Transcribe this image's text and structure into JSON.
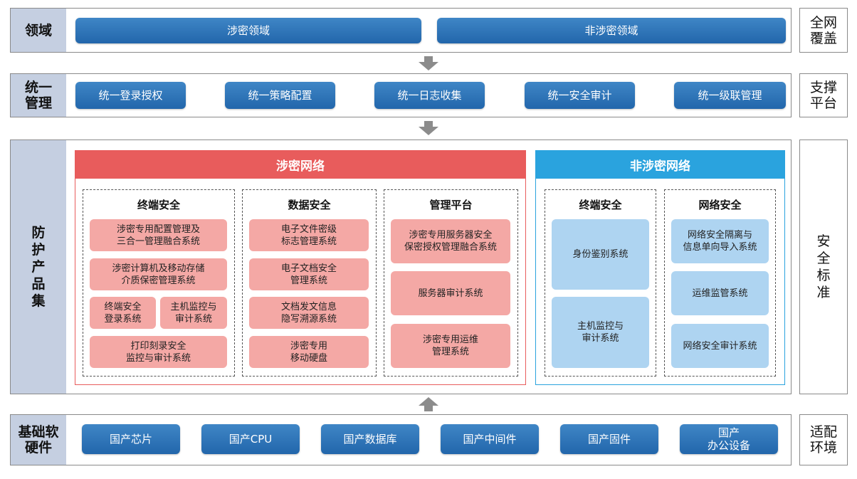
{
  "rows": {
    "domain": {
      "left": "领域",
      "right": "全网\n覆盖",
      "items": [
        "涉密领域",
        "非涉密领域"
      ]
    },
    "management": {
      "left": "统一\n管理",
      "right": "支撑\n平台",
      "items": [
        "统一登录授权",
        "统一策略配置",
        "统一日志收集",
        "统一安全审计",
        "统一级联管理"
      ]
    },
    "products": {
      "left": "防\n护\n产\n品\n集",
      "right": "安\n全\n标\n准"
    },
    "foundation": {
      "left": "基础软\n硬件",
      "right": "适配\n环境",
      "items": [
        "国产芯片",
        "国产CPU",
        "国产数据库",
        "国产中间件",
        "国产固件",
        "国产\n办公设备"
      ]
    }
  },
  "classified": {
    "title": "涉密网络",
    "terminal": {
      "title": "终端安全",
      "items": [
        "涉密专用配置管理及\n三合一管理融合系统",
        "涉密计算机及移动存储\n介质保密管理系统",
        "终端安全\n登录系统",
        "主机监控与\n审计系统",
        "打印刻录安全\n监控与审计系统"
      ]
    },
    "data": {
      "title": "数据安全",
      "items": [
        "电子文件密级\n标志管理系统",
        "电子文档安全\n管理系统",
        "文档发文信息\n隐写溯源系统",
        "涉密专用\n移动硬盘"
      ]
    },
    "platform": {
      "title": "管理平台",
      "items": [
        "涉密专用服务器安全\n保密授权管理融合系统",
        "服务器审计系统",
        "涉密专用运维\n管理系统"
      ]
    }
  },
  "unclassified": {
    "title": "非涉密网络",
    "terminal": {
      "title": "终端安全",
      "items": [
        "身份鉴别系统",
        "主机监控与\n审计系统"
      ]
    },
    "network": {
      "title": "网络安全",
      "items": [
        "网络安全隔离与\n信息单向导入系统",
        "运维监管系统",
        "网络安全审计系统"
      ]
    }
  },
  "colors": {
    "classified_red": "#e85c5c",
    "unclassified_blue": "#2aa3de",
    "pink_box": "#f4a8a5",
    "light_blue_box": "#aed4f1",
    "button_blue": "#2a6fb2",
    "label_bg": "#c5cfe1"
  }
}
